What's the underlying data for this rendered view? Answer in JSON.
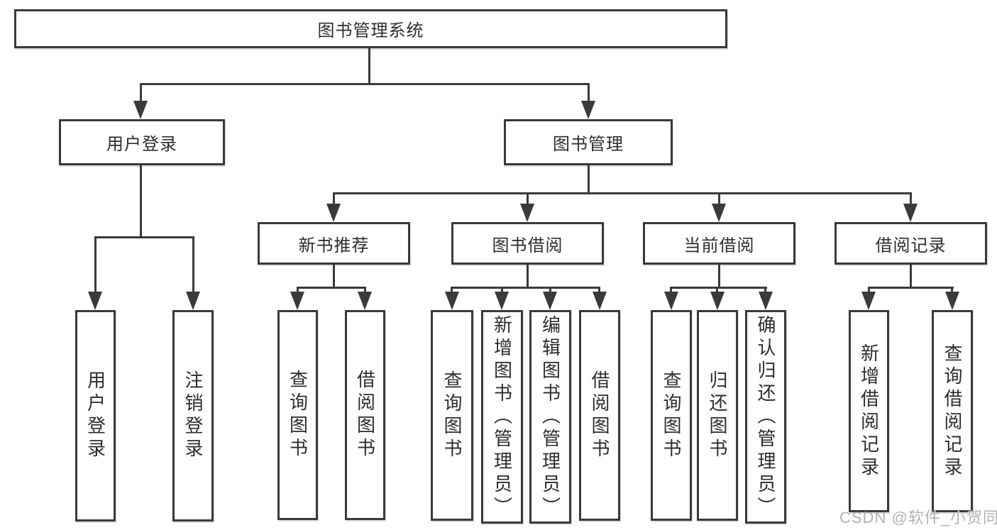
{
  "diagram_title": "图书管理系统",
  "tree": {
    "root": {
      "label": "图书管理系统",
      "children": [
        {
          "label": "用户登录",
          "children": [
            {
              "label": "用户登录"
            },
            {
              "label": "注销登录"
            }
          ]
        },
        {
          "label": "图书管理",
          "children": [
            {
              "label": "新书推荐",
              "children": [
                {
                  "label": "查询图书"
                },
                {
                  "label": "借阅图书"
                }
              ]
            },
            {
              "label": "图书借阅",
              "children": [
                {
                  "label": "查询图书"
                },
                {
                  "label": "新增图书（管理员）"
                },
                {
                  "label": "编辑图书（管理员）"
                },
                {
                  "label": "借阅图书"
                }
              ]
            },
            {
              "label": "当前借阅",
              "children": [
                {
                  "label": "查询图书"
                },
                {
                  "label": "归还图书"
                },
                {
                  "label": "确认归还（管理员）"
                }
              ]
            },
            {
              "label": "借阅记录",
              "children": [
                {
                  "label": "新增借阅记录"
                },
                {
                  "label": "查询借阅记录"
                }
              ]
            }
          ]
        }
      ]
    }
  },
  "watermark": {
    "text": "CSDN @软件_小贺同学"
  },
  "colors": {
    "line": "#3a3a3a",
    "text": "#2d2d2d",
    "background": "#ffffff",
    "watermark": "#a4a4a4"
  }
}
